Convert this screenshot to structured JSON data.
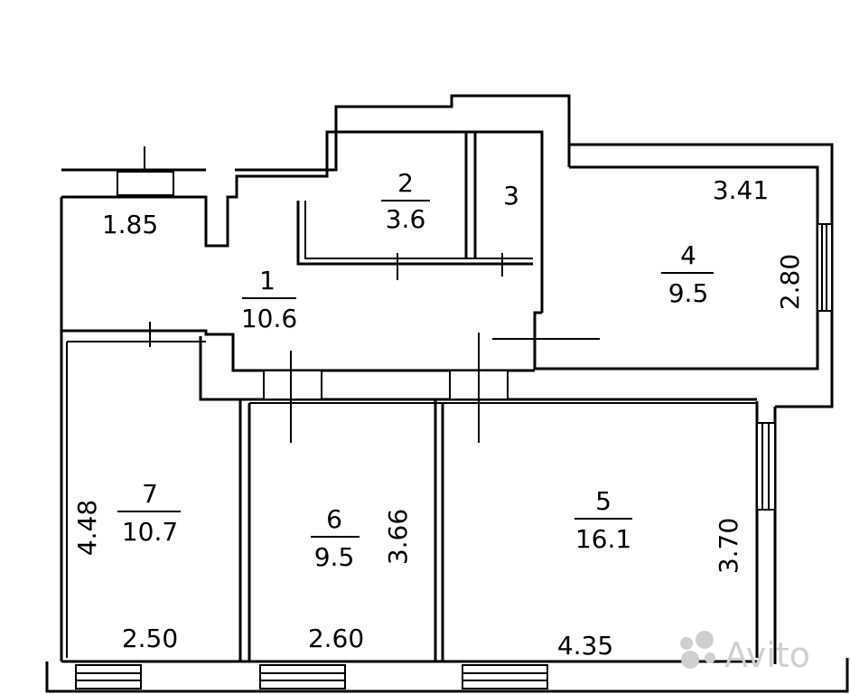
{
  "rooms": [
    {
      "id": "1",
      "number": "1",
      "area": "10.6"
    },
    {
      "id": "2",
      "number": "2",
      "area": "3.6"
    },
    {
      "id": "3",
      "number": "3",
      "area": ""
    },
    {
      "id": "4",
      "number": "4",
      "area": "9.5"
    },
    {
      "id": "5",
      "number": "5",
      "area": "16.1"
    },
    {
      "id": "6",
      "number": "6",
      "area": "9.5"
    },
    {
      "id": "7",
      "number": "7",
      "area": "10.7"
    }
  ],
  "dimensions": {
    "hall_width": "1.85",
    "room4_width": "3.41",
    "room4_depth": "2.80",
    "room7_depth": "4.48",
    "room6_depth": "3.66",
    "room5_depth": "3.70",
    "room7_width": "2.50",
    "room6_width": "2.60",
    "room5_width": "4.35"
  },
  "watermark": {
    "text": "Avito"
  },
  "colors": {
    "line": "#000000",
    "background": "#ffffff",
    "watermark": "#cfcfcf"
  }
}
